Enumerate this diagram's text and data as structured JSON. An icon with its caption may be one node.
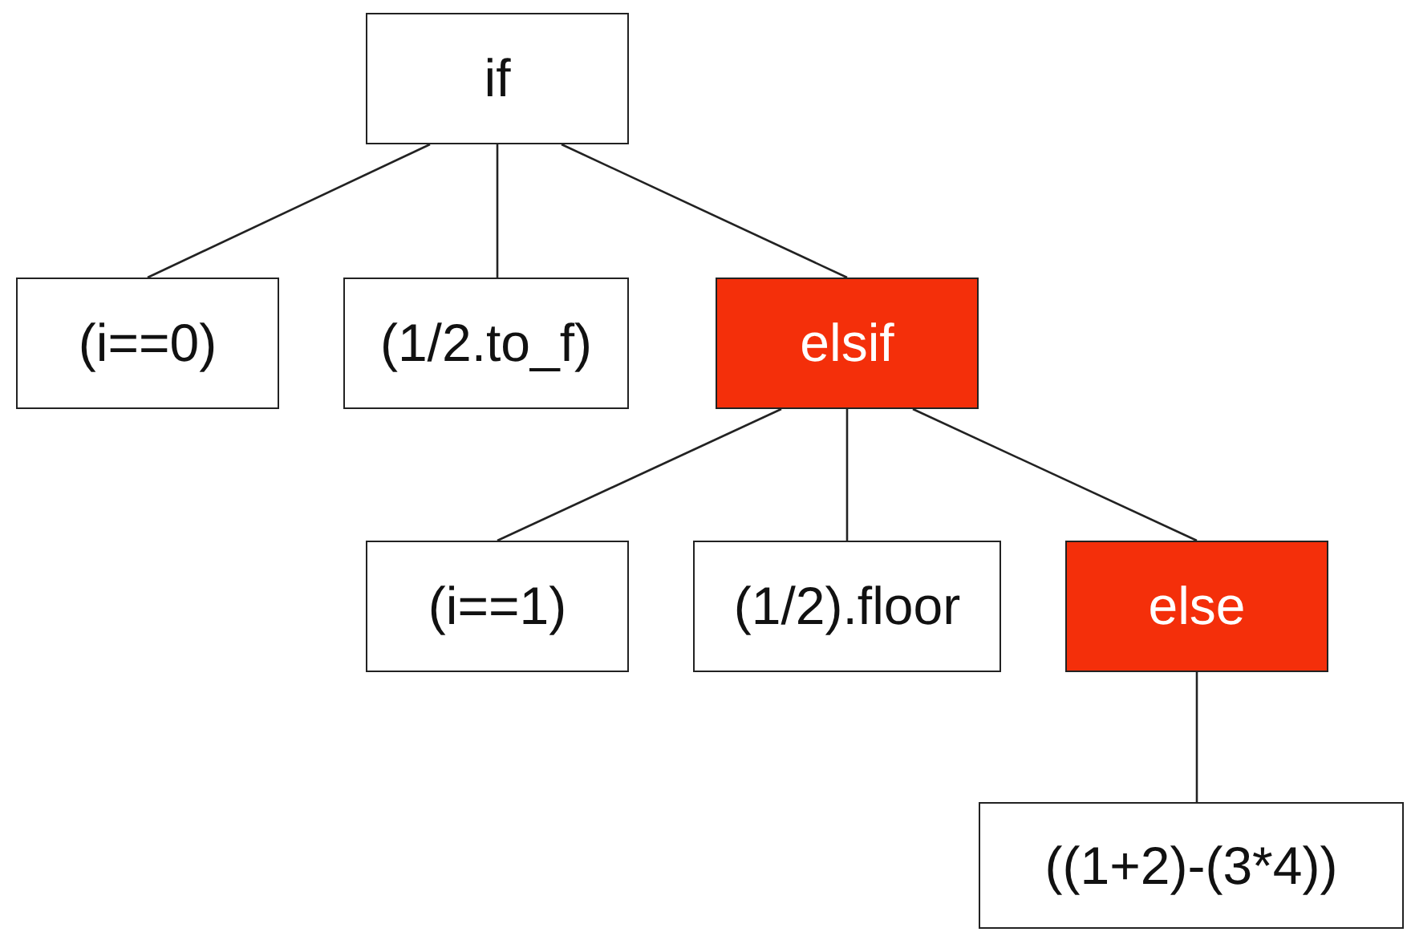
{
  "diagram": {
    "nodes": [
      {
        "text": [
          "if"
        ]
      },
      {
        "text": [
          "(i==0)"
        ]
      },
      {
        "text": [
          "(1/2.to_f)"
        ]
      },
      {
        "text": [
          "elsif"
        ]
      },
      {
        "text": [
          "(i==1)"
        ]
      },
      {
        "text": [
          "(1/2).floor"
        ]
      },
      {
        "text": [
          "else"
        ]
      },
      {
        "text": [
          "((1+2)-(3*4))"
        ]
      }
    ],
    "edges": [
      {
        "from": 0,
        "to": 1,
        "arrow": "none"
      },
      {
        "from": 0,
        "to": 2,
        "arrow": "none"
      },
      {
        "from": 0,
        "to": 3,
        "arrow": "none"
      },
      {
        "from": 3,
        "to": 4,
        "arrow": "none"
      },
      {
        "from": 3,
        "to": 5,
        "arrow": "none"
      },
      {
        "from": 3,
        "to": 6,
        "arrow": "none"
      },
      {
        "from": 6,
        "to": 7,
        "arrow": "none"
      }
    ]
  }
}
